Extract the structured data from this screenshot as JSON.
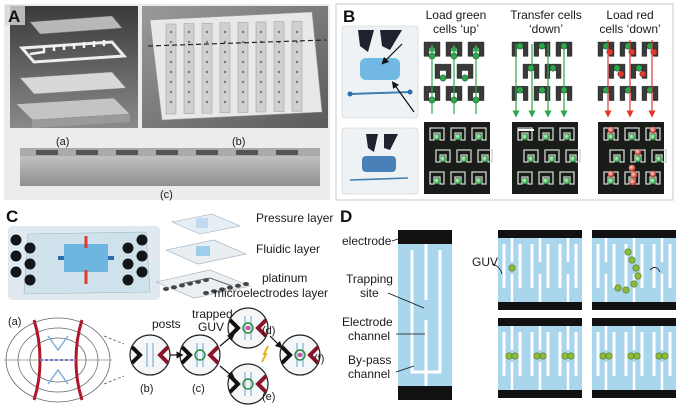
{
  "panels": {
    "A": {
      "letter": "A",
      "sub_a": "(a)",
      "sub_b": "(b)",
      "sub_c": "(c)"
    },
    "B": {
      "letter": "B",
      "step1_line1": "Load green",
      "step1_line2": "cells ‘up’",
      "step2_line1": "Transfer cells",
      "step2_line2": "‘down’",
      "step3_line1": "Load red",
      "step3_line2": "cells ‘down’"
    },
    "C": {
      "letter": "C",
      "pressure_layer": "Pressure layer",
      "fluidic_layer": "Fluidic layer",
      "platinum_line1": "platinum",
      "platinum_line2": "microelectrodes layer",
      "posts": "posts",
      "trapped_line1": "trapped",
      "trapped_line2": "GUV",
      "sub_a": "(a)",
      "sub_b": "(b)",
      "sub_c": "(c)",
      "sub_d": "(d)",
      "sub_e": "(e)",
      "sub_f": "(f)"
    },
    "D": {
      "letter": "D",
      "electrode": "electrode",
      "guv": "GUV",
      "trapping_line1": "Trapping",
      "trapping_line2": "site",
      "electrode_ch_line1": "Electrode",
      "electrode_ch_line2": "channel",
      "bypass_line1": "By-pass",
      "bypass_line2": "channel"
    }
  },
  "colors": {
    "channel_blue": "#a9d6ec",
    "trap_blue": "#5aaede",
    "cell_green": "#2ca84a",
    "cell_red": "#e03a2e",
    "electrode_dark": "#1c1c24",
    "guv_green": "#8dbb3c"
  }
}
